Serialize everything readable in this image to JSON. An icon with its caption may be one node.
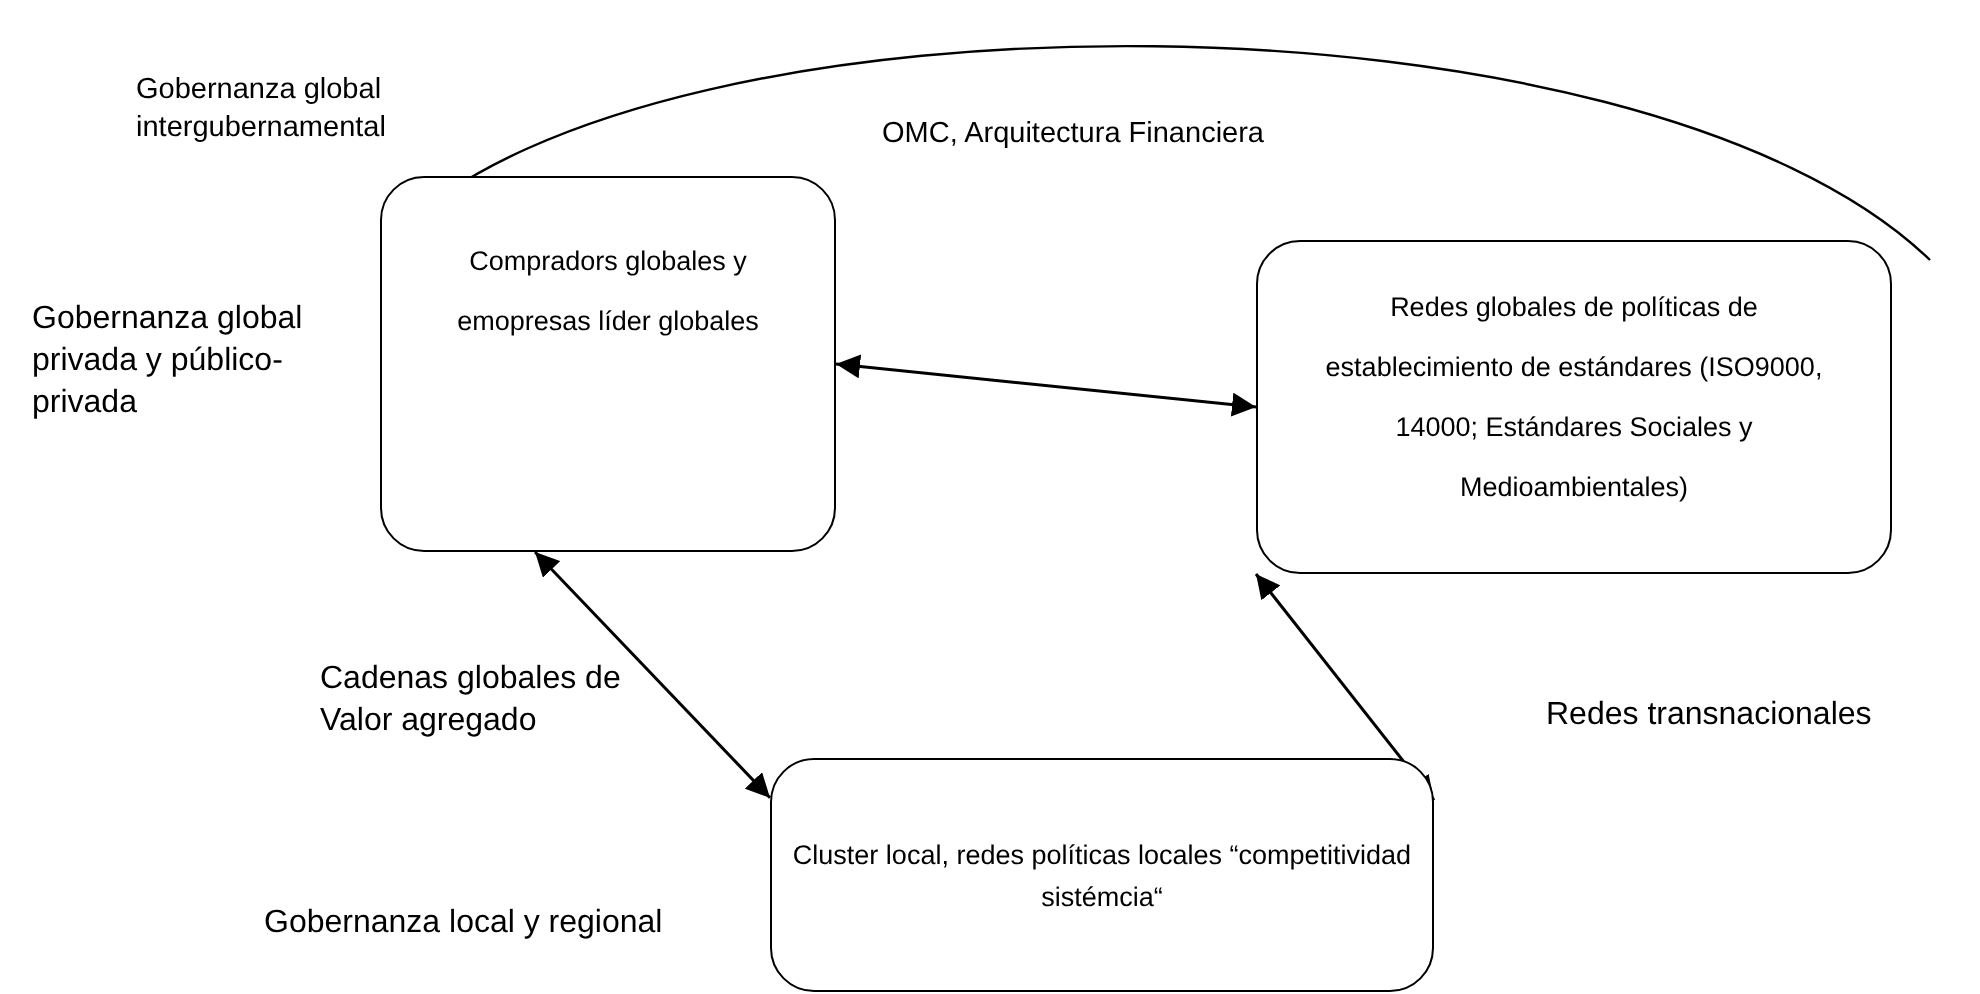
{
  "diagram": {
    "nodes": [
      {
        "text": [
          "Compradors globales y emopresas líder globales"
        ]
      },
      {
        "text": [
          "Redes globales de políticas de establecimiento de estándares (ISO9000, 14000; Estándares Sociales y  Medioambientales)"
        ]
      },
      {
        "text": [
          "Cluster local, redes políticas locales “competitividad sistémcia“"
        ]
      }
    ],
    "edges": [
      {
        "from": 0,
        "to": 1,
        "arrow": "both"
      },
      {
        "from": 0,
        "to": 2,
        "arrow": "both"
      },
      {
        "from": 1,
        "to": 2,
        "arrow": "both"
      }
    ],
    "labels": [
      "Gobernanza global intergubernamental",
      "OMC, Arquitectura Financiera",
      "Gobernanza global privada y público-privada",
      "Cadenas globales de Valor agregado",
      "Redes transnacionales",
      "Gobernanza local y regional"
    ]
  }
}
